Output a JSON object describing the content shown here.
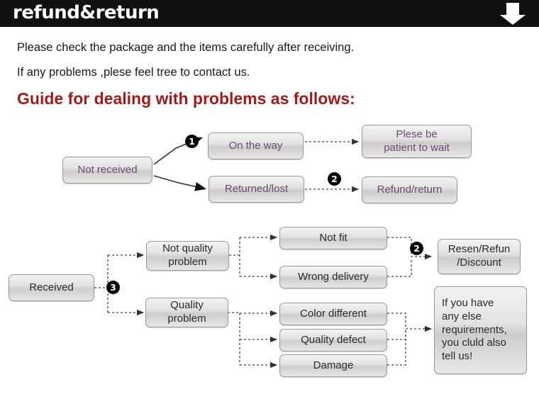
{
  "header": {
    "title": "refund&return",
    "arrow_icon": "down-arrow-icon"
  },
  "intro": {
    "line1": "Please check the package and the items carefully after receiving.",
    "line2": "If any problems ,plese feel tree to contact us.",
    "guide_title": "Guide for dealing with problems as follows:"
  },
  "colors": {
    "header_bg": "#111111",
    "header_text": "#ffffff",
    "guide_title": "#9e1b1b",
    "box_border": "#9a9a9a",
    "box_text": "#2a2a2a",
    "box_text_purple": "#6a4a74",
    "bullet_bg": "#000000"
  },
  "flow_top": {
    "start": "Not received",
    "branches": [
      {
        "label": "On the way",
        "result": "Plese be\npatient to wait",
        "result_line1": "Plese be",
        "result_line2": "patient to wait"
      },
      {
        "label": "Returned/lost",
        "result": "Refund/return"
      }
    ],
    "bullets": [
      "1",
      "2"
    ]
  },
  "flow_bottom": {
    "start": "Received",
    "bullet_start": "3",
    "categories": [
      {
        "label_line1": "Not quality",
        "label_line2": "problem"
      },
      {
        "label_line1": "Quality",
        "label_line2": "problem"
      }
    ],
    "issues": [
      "Not fit",
      "Wrong delivery",
      "Color different",
      "Quality defect",
      "Damage"
    ],
    "outcomes": [
      {
        "line1": "Resen/Refun",
        "line2": "/Discount",
        "bullet": "2"
      },
      {
        "line1": "If you have",
        "line2": "any else",
        "line3": "requirements,",
        "line4": "you cluld also",
        "line5": "tell us!"
      }
    ]
  }
}
